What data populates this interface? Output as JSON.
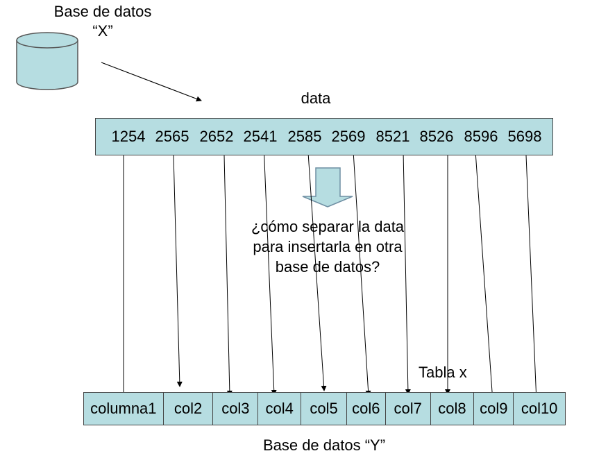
{
  "source_db": {
    "title": "Base de datos",
    "name": "“X”"
  },
  "data_label": "data",
  "data_values": [
    "1254",
    "2565",
    "2652",
    "2541",
    "2585",
    "2569",
    "8521",
    "8526",
    "8596",
    "5698"
  ],
  "question_lines": [
    "¿cómo separar la data",
    "para insertarla en otra",
    "base de datos?"
  ],
  "table_label": "Tabla x",
  "columns": [
    "columna1",
    "col2",
    "col3",
    "col4",
    "col5",
    "col6",
    "col7",
    "col8",
    "col9",
    "col10"
  ],
  "target_db_label": "Base de datos “Y”",
  "colors": {
    "fill": "#b6dde1",
    "stroke": "#444444"
  }
}
